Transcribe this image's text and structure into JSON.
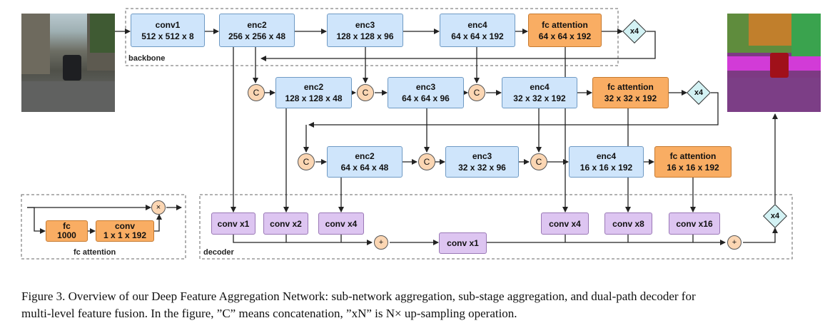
{
  "groups": {
    "backbone": "backbone",
    "decoder": "decoder",
    "fc_attention": "fc attention"
  },
  "row1": {
    "conv1": {
      "name": "conv1",
      "size": "512 x 512 x 8"
    },
    "enc2": {
      "name": "enc2",
      "size": "256 x 256 x 48"
    },
    "enc3": {
      "name": "enc3",
      "size": "128 x 128 x 96"
    },
    "enc4": {
      "name": "enc4",
      "size": "64 x 64 x 192"
    },
    "fca": {
      "name": "fc attention",
      "size": "64 x 64 x 192"
    },
    "up": "x4"
  },
  "row2": {
    "enc2": {
      "name": "enc2",
      "size": "128 x 128 x 48"
    },
    "enc3": {
      "name": "enc3",
      "size": "64 x 64 x 96"
    },
    "enc4": {
      "name": "enc4",
      "size": "32 x 32 x 192"
    },
    "fca": {
      "name": "fc attention",
      "size": "32 x 32 x 192"
    },
    "up": "x4"
  },
  "row3": {
    "enc2": {
      "name": "enc2",
      "size": "64 x 64 x 48"
    },
    "enc3": {
      "name": "enc3",
      "size": "32 x 32 x 96"
    },
    "enc4": {
      "name": "enc4",
      "size": "16 x 16 x 192"
    },
    "fca": {
      "name": "fc attention",
      "size": "16 x 16 x 192"
    }
  },
  "concat_symbol": "C",
  "decoder": {
    "conv_x1_a": "conv x1",
    "conv_x2": "conv x2",
    "conv_x4_a": "conv x4",
    "conv_x1_b": "conv x1",
    "conv_x4_b": "conv x4",
    "conv_x8": "conv x8",
    "conv_x16": "conv x16",
    "add_symbol": "+",
    "up": "x4"
  },
  "fc_attention_detail": {
    "fc": {
      "name": "fc",
      "size": "1000"
    },
    "conv": {
      "name": "conv",
      "size": "1 x 1 x 192"
    },
    "mult_symbol": "×"
  },
  "caption": {
    "line1": "Figure 3. Overview of our Deep Feature Aggregation Network: sub-network aggregation, sub-stage aggregation, and dual-path decoder for",
    "line2": "multi-level feature fusion. In the figure, ”C” means concatenation, ”xN” is N× up-sampling operation."
  },
  "colors": {
    "encoder_fill": "#cfe5fb",
    "attention_fill": "#f9ad63",
    "decoder_fill": "#ddc5f1",
    "concat_fill": "#fbd6b3",
    "upsample_fill": "#d3f2f4"
  }
}
